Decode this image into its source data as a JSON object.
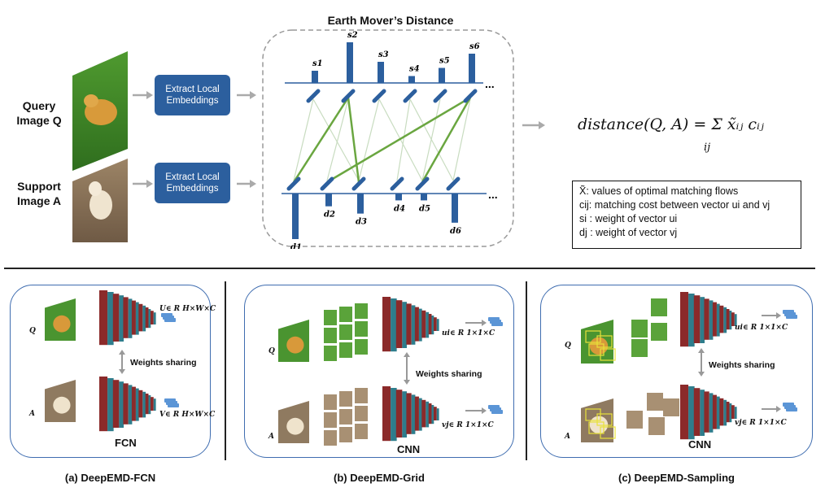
{
  "emd": {
    "title": "Earth Mover’s Distance",
    "query_label_1": "Query",
    "query_label_2": "Image Q",
    "support_label_1": "Support",
    "support_label_2": "Image A",
    "extract_label_1": "Extract Local",
    "extract_label_2": "Embeddings",
    "s_labels": [
      "s1",
      "s2",
      "s3",
      "s4",
      "s5",
      "s6"
    ],
    "s_values": [
      0.3,
      1.0,
      0.52,
      0.17,
      0.37,
      0.72
    ],
    "d_labels": [
      "d1",
      "d2",
      "d3",
      "d4",
      "d5",
      "d6"
    ],
    "d_values": [
      1.0,
      0.28,
      0.44,
      0.15,
      0.15,
      0.64
    ],
    "ellipsis": "...",
    "formula": "distance(Q, A) = Σ x̃ᵢⱼ cᵢⱼ",
    "formula_sub": "ij"
  },
  "legend": {
    "line1": "X̃: values of optimal matching flows",
    "line2": "cij: matching cost between vector ui and vj",
    "line3": "si : weight of vector ui",
    "line4": "dj : weight of vector vj"
  },
  "panels": {
    "a": {
      "caption": "(a) DeepEMD-FCN",
      "net": "FCN",
      "weights": "Weights sharing",
      "q": "Q",
      "a": "A",
      "u_dim": "U∈ R H×W×C",
      "v_dim": "V∈ R H×W×C"
    },
    "b": {
      "caption": "(b) DeepEMD-Grid",
      "net": "CNN",
      "weights": "Weights sharing",
      "q": "Q",
      "a": "A",
      "u_dim": "ui∈ R 1×1×C",
      "v_dim": "vj∈ R 1×1×C"
    },
    "c": {
      "caption": "(c) DeepEMD-Sampling",
      "net": "CNN",
      "weights": "Weights sharing",
      "q": "Q",
      "a": "A",
      "u_dim": "ui∈ R 1×1×C",
      "v_dim": "vj∈ R 1×1×C"
    }
  },
  "colors": {
    "accent": "#2c5f9e",
    "match": "#6aa640",
    "net_red": "#8b2a2a",
    "net_teal": "#2e7d8c"
  }
}
